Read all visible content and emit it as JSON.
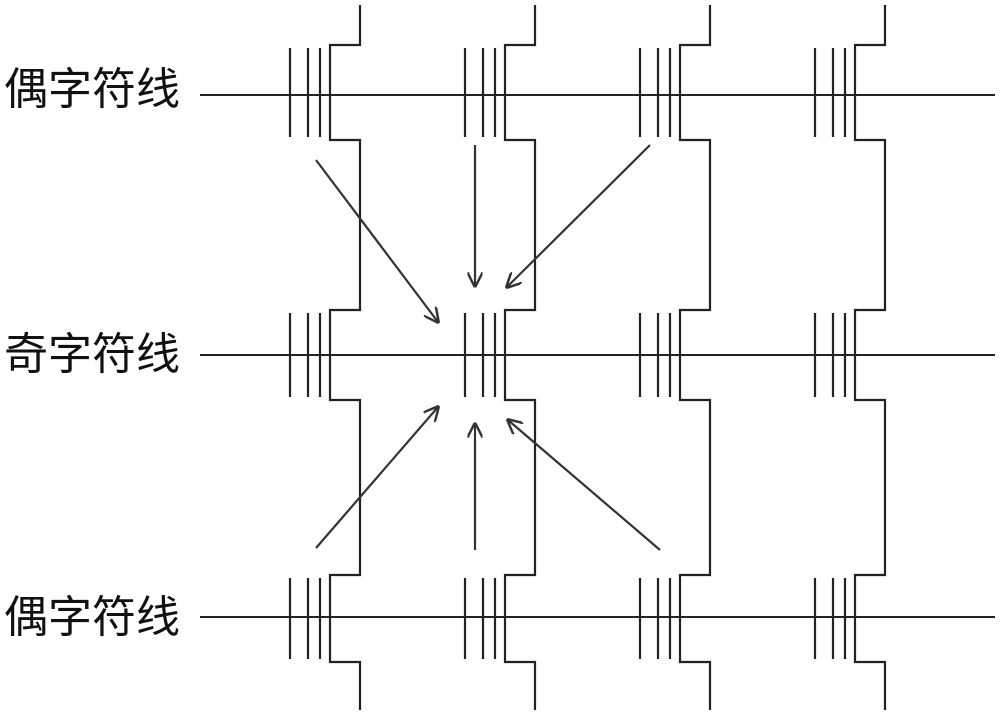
{
  "labels": {
    "even_top": "偶字符线",
    "odd_middle": "奇字符线",
    "even_bottom": "偶字符线"
  },
  "colors": {
    "line": "#222222",
    "arrow": "#333333"
  }
}
